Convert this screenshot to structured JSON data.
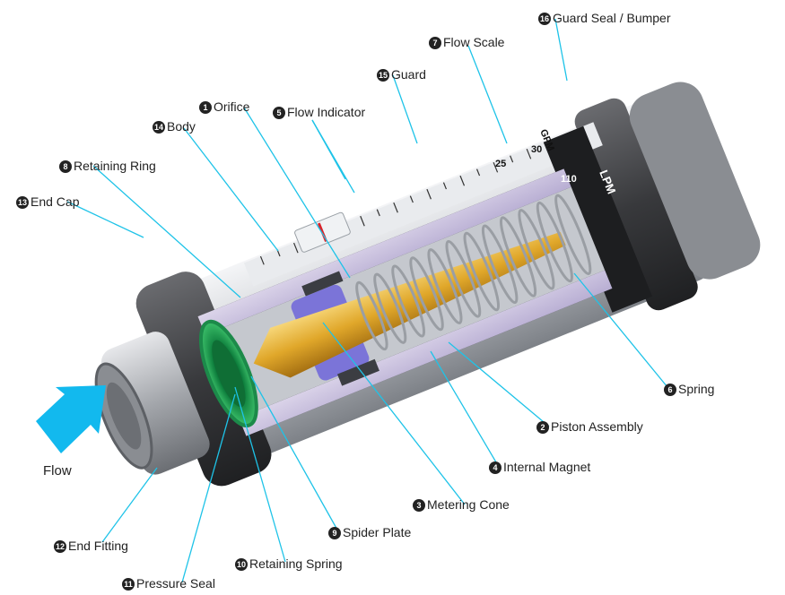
{
  "flow_label": "Flow",
  "scale": {
    "gpm_unit": "GPM",
    "lpm_unit": "LPM",
    "gpm_30": "30",
    "gpm_25": "25",
    "lpm_110": "110"
  },
  "colors": {
    "leader_line": "#1ec3e8",
    "flow_arrow": "#12b9ee",
    "cone": "#e0a72a",
    "spring": "#b9bcc1",
    "seal_green": "#2fae5c",
    "piston_purple": "#7b74d8",
    "dark_rubber": "#3a3a3c"
  },
  "callouts": [
    {
      "num": "1",
      "label": "Orifice"
    },
    {
      "num": "2",
      "label": "Piston Assembly"
    },
    {
      "num": "3",
      "label": "Metering Cone"
    },
    {
      "num": "4",
      "label": "Internal Magnet"
    },
    {
      "num": "5",
      "label": "Flow Indicator"
    },
    {
      "num": "6",
      "label": "Spring"
    },
    {
      "num": "7",
      "label": "Flow Scale"
    },
    {
      "num": "8",
      "label": "Retaining Ring"
    },
    {
      "num": "9",
      "label": "Spider Plate"
    },
    {
      "num": "10",
      "label": "Retaining Spring"
    },
    {
      "num": "11",
      "label": "Pressure Seal"
    },
    {
      "num": "12",
      "label": "End Fitting"
    },
    {
      "num": "13",
      "label": "End Cap"
    },
    {
      "num": "14",
      "label": "Body"
    },
    {
      "num": "15",
      "label": "Guard"
    },
    {
      "num": "16",
      "label": "Guard Seal / Bumper"
    }
  ]
}
